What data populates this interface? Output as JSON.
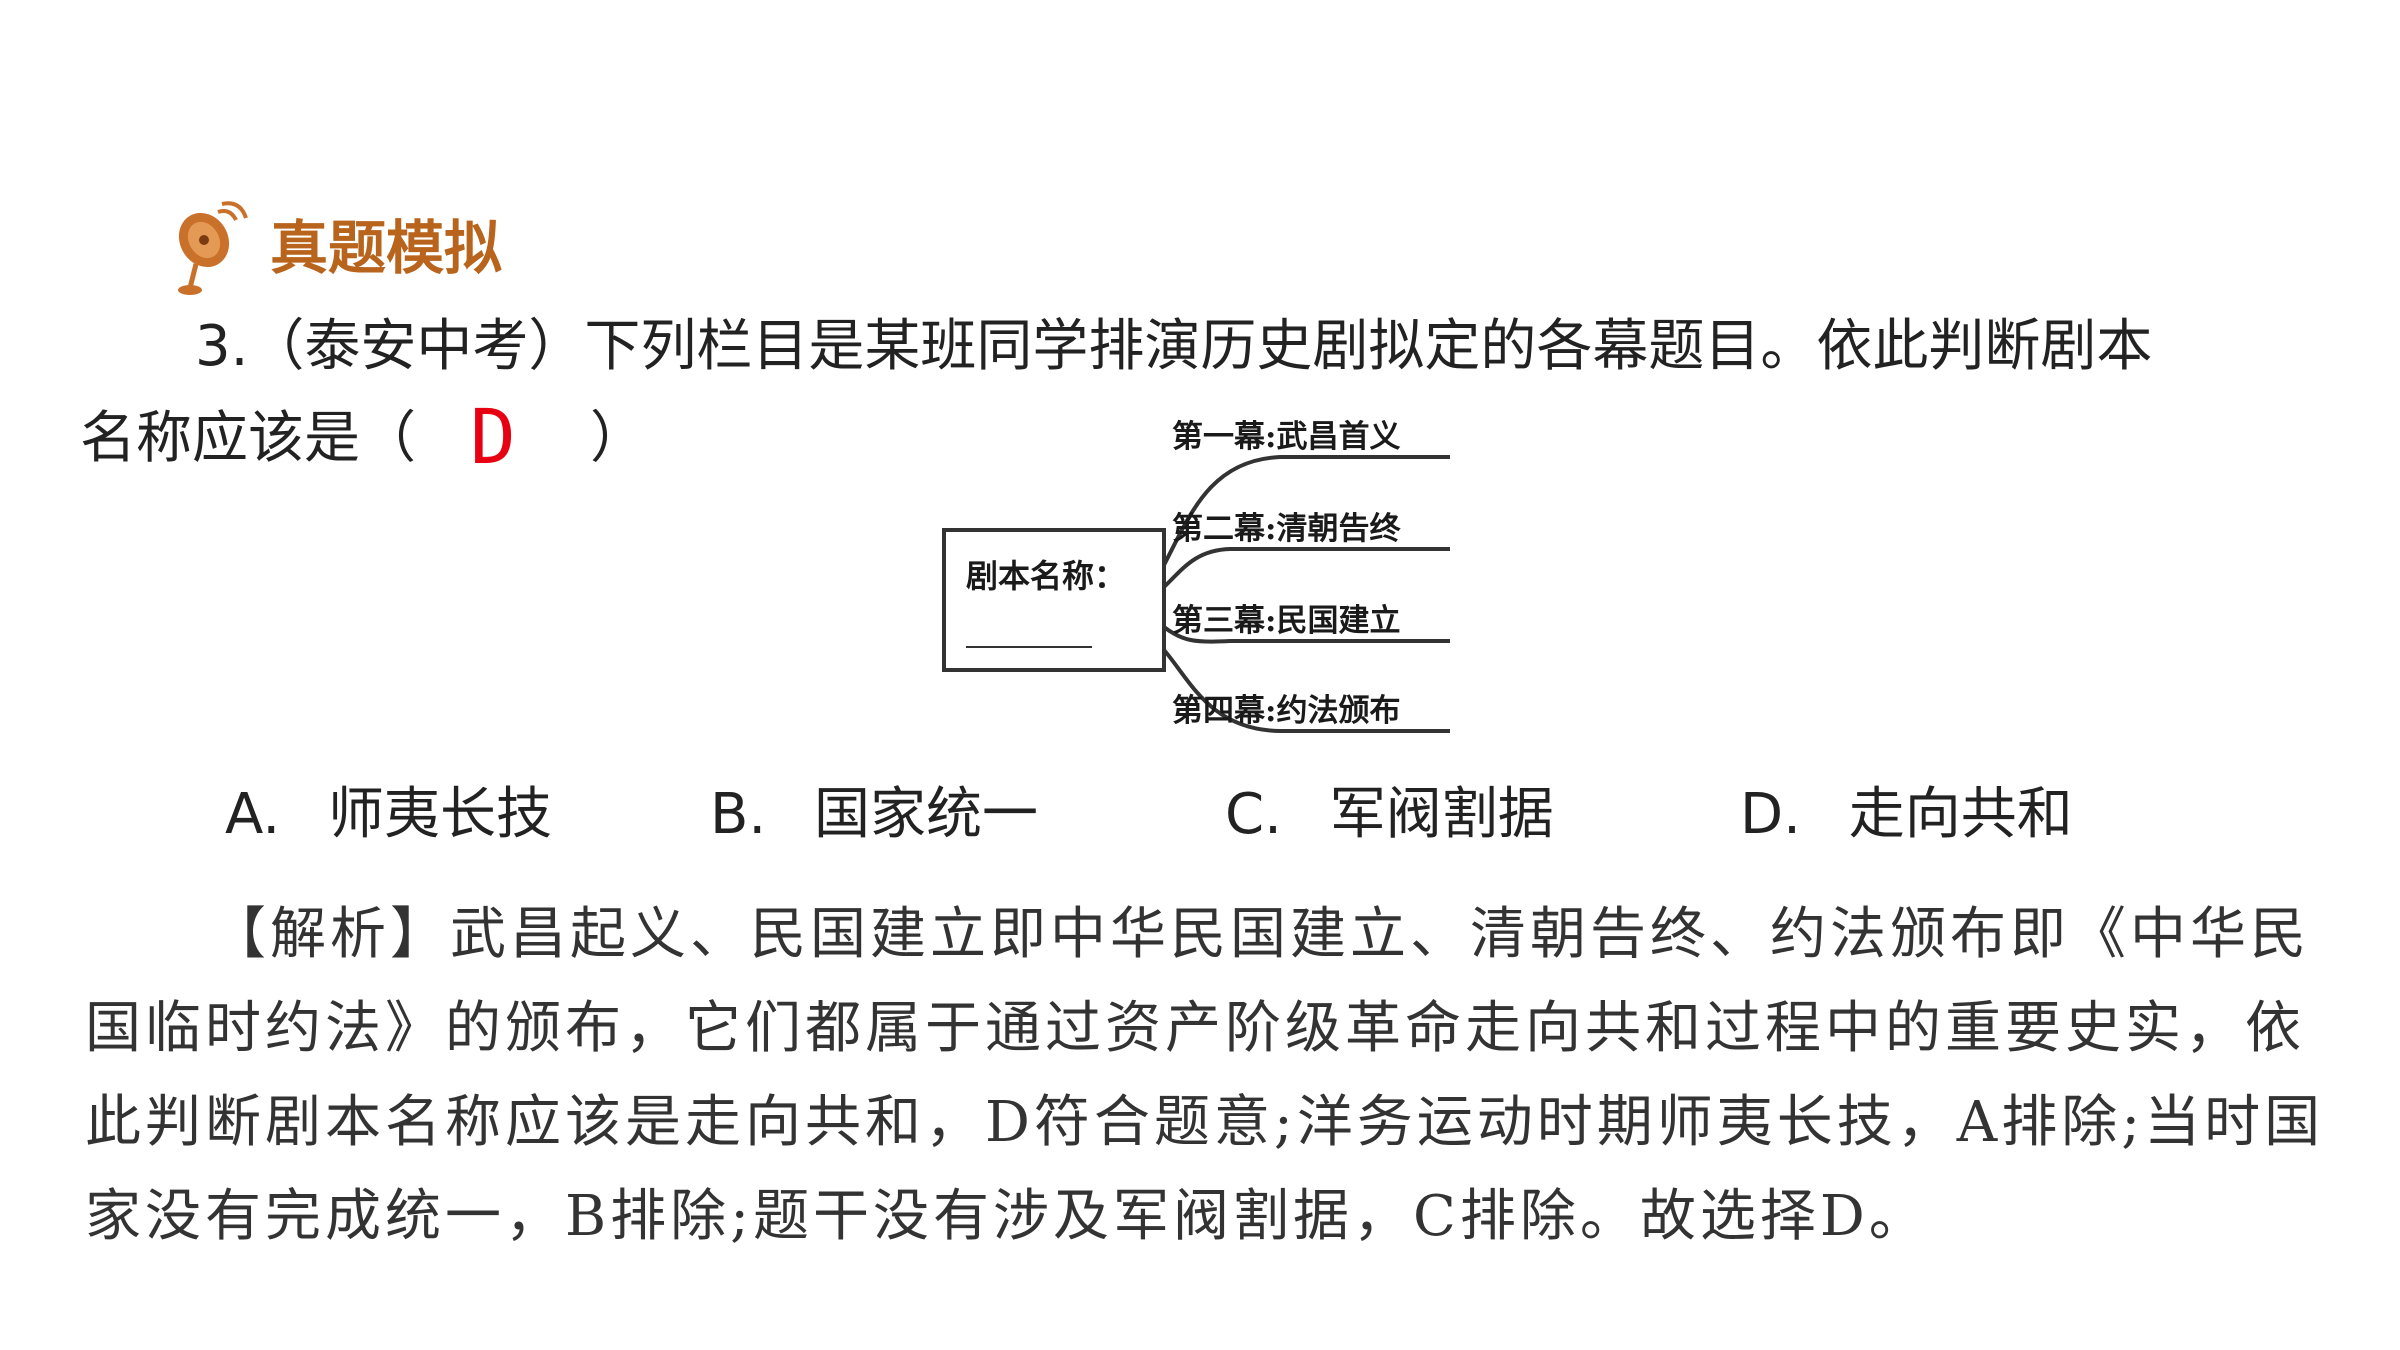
{
  "section": {
    "icon": "satellite-dish-icon",
    "title": "真题模拟",
    "title_color": "#b8641c"
  },
  "question": {
    "line1": "3.（泰安中考）下列栏目是某班同学排演历史剧拟定的各幕题目。依此判断剧本",
    "line2_prefix": "名称应该是（",
    "answer": "D",
    "answer_color": "#e60012",
    "line2_suffix": "）"
  },
  "diagram": {
    "box_label": "剧本名称：",
    "acts": [
      "第一幕:武昌首义",
      "第二幕:清朝告终",
      "第三幕:民国建立",
      "第四幕:约法颁布"
    ]
  },
  "options": [
    {
      "letter": "A.",
      "text": "师夷长技"
    },
    {
      "letter": "B.",
      "text": "国家统一"
    },
    {
      "letter": "C.",
      "text": "军阀割据"
    },
    {
      "letter": "D.",
      "text": "走向共和"
    }
  ],
  "analysis": {
    "lines": [
      "【解析】武昌起义、民国建立即中华民国建立、清朝告终、约法颁布即《中华民",
      "国临时约法》的颁布，它们都属于通过资产阶级革命走向共和过程中的重要史实，依",
      "此判断剧本名称应该是走向共和，D符合题意;洋务运动时期师夷长技，A排除;当时国",
      "家没有完成统一，B排除;题干没有涉及军阀割据，C排除。故选择D。"
    ]
  }
}
